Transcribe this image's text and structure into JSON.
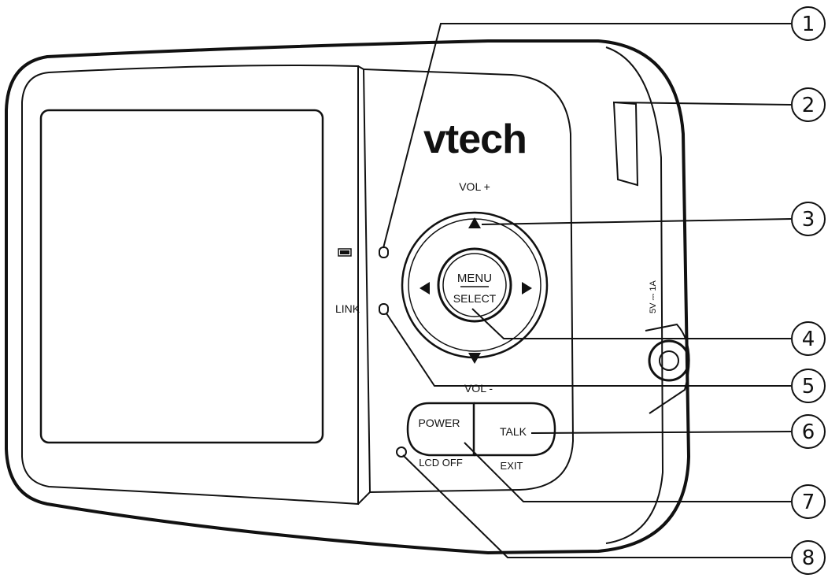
{
  "device": {
    "brand": "vtech",
    "battery_label": "",
    "link_label": "LINK",
    "vol_up": "VOL +",
    "vol_down": "VOL -",
    "menu_label": "MENU",
    "select_label": "SELECT",
    "power_label": "POWER",
    "lcd_off_label": "LCD OFF",
    "talk_label": "TALK",
    "exit_label": "EXIT",
    "power_rating": "5V ⎓ 1A"
  },
  "callouts": [
    "1",
    "2",
    "3",
    "4",
    "5",
    "6",
    "7",
    "8"
  ]
}
